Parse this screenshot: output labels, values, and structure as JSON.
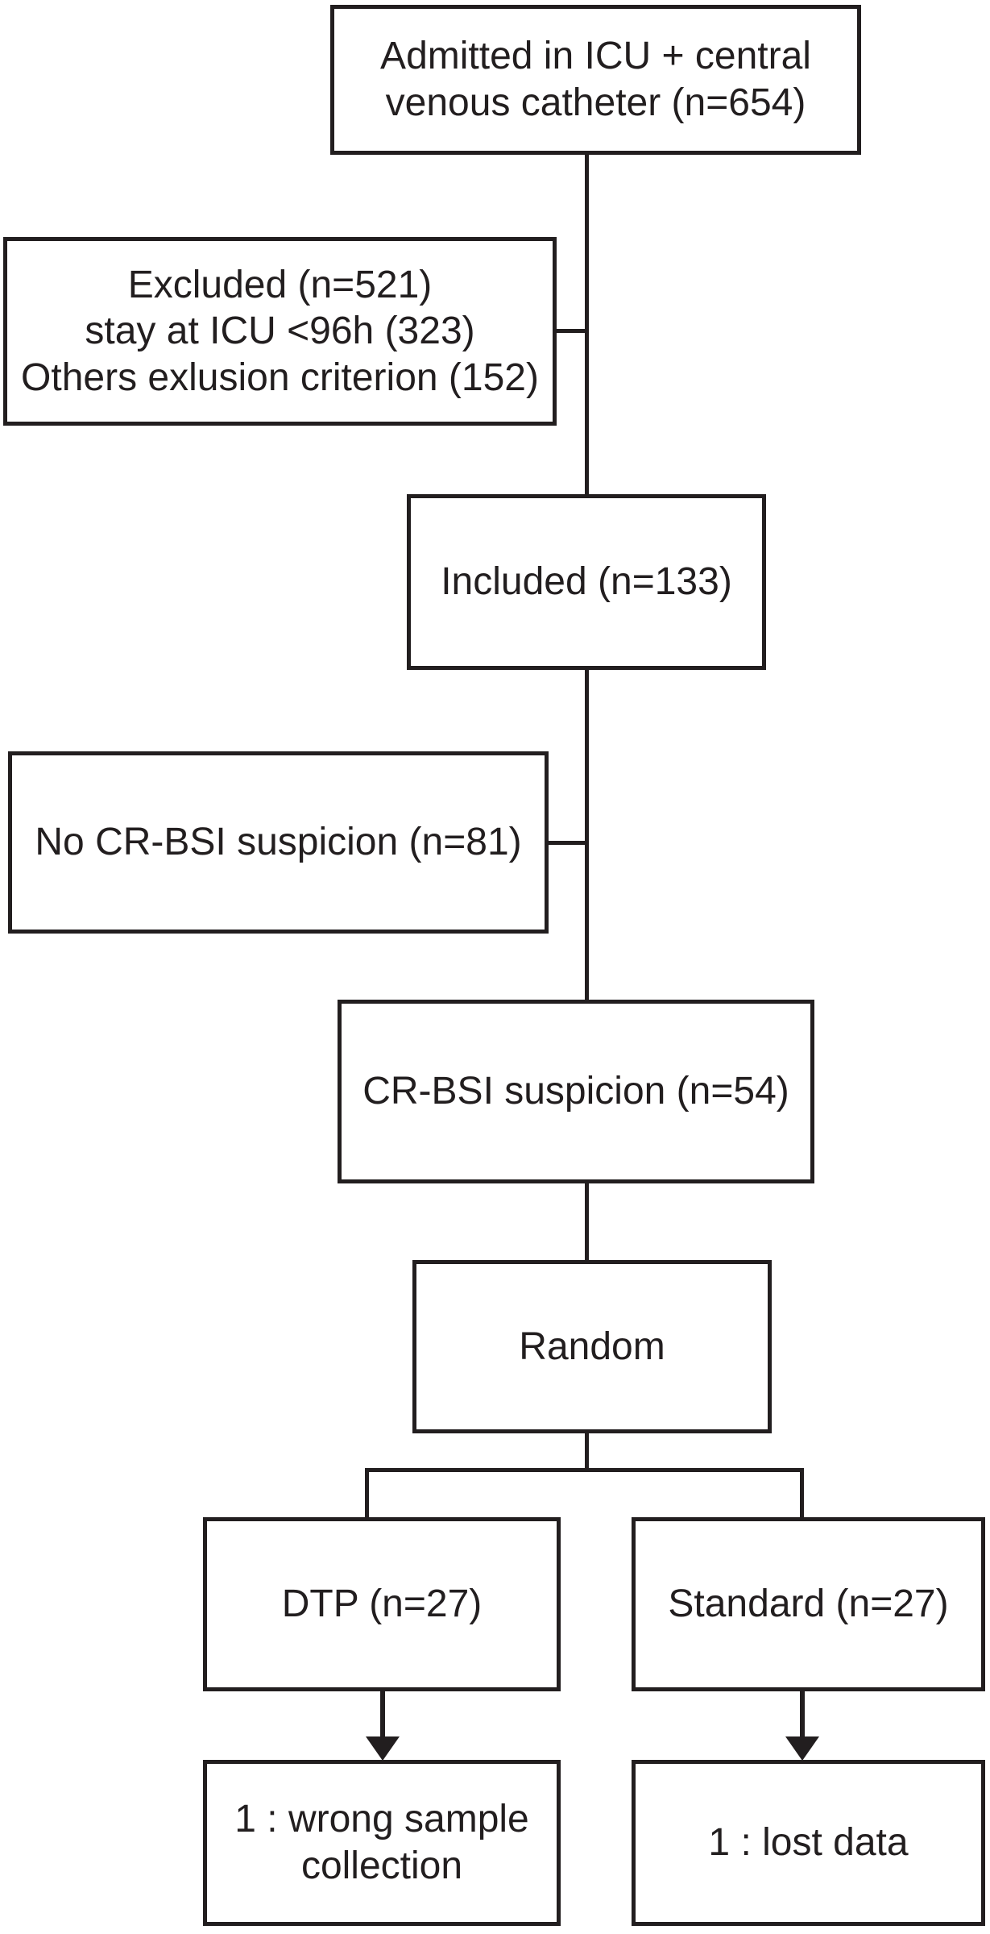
{
  "figure": {
    "type": "patient-flow-diagram",
    "colors": {
      "background": "#ffffff",
      "box_fill": "#ffffff",
      "line": "#221e1f",
      "text": "#221e1f"
    },
    "boxes": {
      "admitted": {
        "lines": [
          "Admitted in ICU + central",
          "venous catheter (n=654)"
        ]
      },
      "excluded": {
        "lines": [
          "Excluded (n=521)",
          "stay at ICU <96h (323)",
          "Others exlusion criterion (152)"
        ]
      },
      "included": {
        "lines": [
          "Included (n=133)"
        ]
      },
      "no_cr_bsi_suspicion": {
        "lines": [
          "No CR-BSI suspicion (n=81)"
        ]
      },
      "cr_bsi_suspicion": {
        "lines": [
          "CR-BSI suspicion (n=54)"
        ]
      },
      "random": {
        "lines": [
          "Random"
        ]
      },
      "dtp_arm": {
        "lines": [
          "DTP (n=27)"
        ]
      },
      "standard_arm": {
        "lines": [
          "Standard (n=27)"
        ]
      },
      "dtp_exclusion": {
        "lines": [
          "1 : wrong sample",
          "collection"
        ]
      },
      "standard_exclusion": {
        "lines": [
          "1 : lost data"
        ]
      }
    }
  }
}
